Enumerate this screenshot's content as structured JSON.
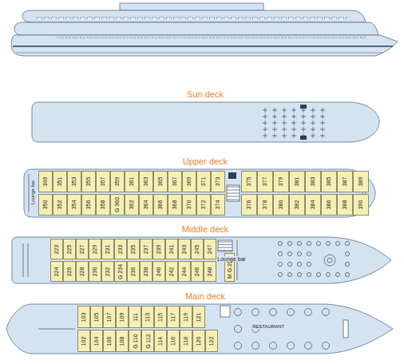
{
  "diagram": {
    "nodes": [
      {
        "text": [
          "Sun deck"
        ]
      },
      {
        "text": [
          "Upper deck"
        ]
      },
      {
        "text": [
          "349"
        ],
        "in": 1
      },
      {
        "text": [
          "351"
        ],
        "in": 1
      },
      {
        "text": [
          "353"
        ],
        "in": 1
      },
      {
        "text": [
          "355"
        ],
        "in": 1
      },
      {
        "text": [
          "357"
        ],
        "in": 1
      },
      {
        "text": [
          "359"
        ],
        "in": 1
      },
      {
        "text": [
          "361"
        ],
        "in": 1
      },
      {
        "text": [
          "363"
        ],
        "in": 1
      },
      {
        "text": [
          "365"
        ],
        "in": 1
      },
      {
        "text": [
          "367"
        ],
        "in": 1
      },
      {
        "text": [
          "369"
        ],
        "in": 1
      },
      {
        "text": [
          "371"
        ],
        "in": 1
      },
      {
        "text": [
          "373"
        ],
        "in": 1
      },
      {
        "text": [
          "375"
        ],
        "in": 1
      },
      {
        "text": [
          "377"
        ],
        "in": 1
      },
      {
        "text": [
          "379"
        ],
        "in": 1
      },
      {
        "text": [
          "381"
        ],
        "in": 1
      },
      {
        "text": [
          "383"
        ],
        "in": 1
      },
      {
        "text": [
          "385"
        ],
        "in": 1
      },
      {
        "text": [
          "387"
        ],
        "in": 1
      },
      {
        "text": [
          "389"
        ],
        "in": 1
      },
      {
        "text": [
          "350"
        ],
        "in": 1
      },
      {
        "text": [
          "352"
        ],
        "in": 1
      },
      {
        "text": [
          "354"
        ],
        "in": 1
      },
      {
        "text": [
          "356"
        ],
        "in": 1
      },
      {
        "text": [
          "358"
        ],
        "in": 1
      },
      {
        "text": [
          "G 360"
        ],
        "in": 1
      },
      {
        "text": [
          "362"
        ],
        "in": 1
      },
      {
        "text": [
          "364"
        ],
        "in": 1
      },
      {
        "text": [
          "366"
        ],
        "in": 1
      },
      {
        "text": [
          "368"
        ],
        "in": 1
      },
      {
        "text": [
          "370"
        ],
        "in": 1
      },
      {
        "text": [
          "372"
        ],
        "in": 1
      },
      {
        "text": [
          "374"
        ],
        "in": 1
      },
      {
        "text": [
          "376"
        ],
        "in": 1
      },
      {
        "text": [
          "378"
        ],
        "in": 1
      },
      {
        "text": [
          "380"
        ],
        "in": 1
      },
      {
        "text": [
          "382"
        ],
        "in": 1
      },
      {
        "text": [
          "384"
        ],
        "in": 1
      },
      {
        "text": [
          "386"
        ],
        "in": 1
      },
      {
        "text": [
          "388"
        ],
        "in": 1
      },
      {
        "text": [
          "390"
        ],
        "in": 1
      },
      {
        "text": [
          "Middle deck"
        ]
      },
      {
        "text": [
          "223"
        ],
        "in": 44
      },
      {
        "text": [
          "225"
        ],
        "in": 44
      },
      {
        "text": [
          "227"
        ],
        "in": 44
      },
      {
        "text": [
          "229"
        ],
        "in": 44
      },
      {
        "text": [
          "231"
        ],
        "in": 44
      },
      {
        "text": [
          "233"
        ],
        "in": 44
      },
      {
        "text": [
          "235"
        ],
        "in": 44
      },
      {
        "text": [
          "237"
        ],
        "in": 44
      },
      {
        "text": [
          "239"
        ],
        "in": 44
      },
      {
        "text": [
          "241"
        ],
        "in": 44
      },
      {
        "text": [
          "243"
        ],
        "in": 44
      },
      {
        "text": [
          "245"
        ],
        "in": 44
      },
      {
        "text": [
          "247"
        ],
        "in": 44
      },
      {
        "text": [
          "224"
        ],
        "in": 44
      },
      {
        "text": [
          "226"
        ],
        "in": 44
      },
      {
        "text": [
          "228"
        ],
        "in": 44
      },
      {
        "text": [
          "230"
        ],
        "in": 44
      },
      {
        "text": [
          "232"
        ],
        "in": 44
      },
      {
        "text": [
          "G 234"
        ],
        "in": 44
      },
      {
        "text": [
          "236"
        ],
        "in": 44
      },
      {
        "text": [
          "238"
        ],
        "in": 44
      },
      {
        "text": [
          "240"
        ],
        "in": 44
      },
      {
        "text": [
          "242"
        ],
        "in": 44
      },
      {
        "text": [
          "244"
        ],
        "in": 44
      },
      {
        "text": [
          "246"
        ],
        "in": 44
      },
      {
        "text": [
          "248"
        ],
        "in": 44
      },
      {
        "text": [
          "M G 250"
        ],
        "in": 44
      },
      {
        "text": [
          "Main deck"
        ]
      },
      {
        "text": [
          "103"
        ],
        "in": 72
      },
      {
        "text": [
          "105"
        ],
        "in": 72
      },
      {
        "text": [
          "107"
        ],
        "in": 72
      },
      {
        "text": [
          "109"
        ],
        "in": 72
      },
      {
        "text": [
          "111"
        ],
        "in": 72
      },
      {
        "text": [
          "113"
        ],
        "in": 72
      },
      {
        "text": [
          "115"
        ],
        "in": 72
      },
      {
        "text": [
          "117"
        ],
        "in": 72
      },
      {
        "text": [
          "119"
        ],
        "in": 72
      },
      {
        "text": [
          "121"
        ],
        "in": 72
      },
      {
        "text": [
          "102"
        ],
        "in": 72
      },
      {
        "text": [
          "104"
        ],
        "in": 72
      },
      {
        "text": [
          "106"
        ],
        "in": 72
      },
      {
        "text": [
          "108"
        ],
        "in": 72
      },
      {
        "text": [
          "G 110"
        ],
        "in": 72
      },
      {
        "text": [
          "G 112"
        ],
        "in": 72
      },
      {
        "text": [
          "114"
        ],
        "in": 72
      },
      {
        "text": [
          "116"
        ],
        "in": 72
      },
      {
        "text": [
          "118"
        ],
        "in": 72
      },
      {
        "text": [
          "120"
        ],
        "in": 72
      },
      {
        "text": [
          "122"
        ],
        "in": 72
      }
    ],
    "labels": [
      "Lounge bar",
      "Lounge bar",
      "RESTAURANT"
    ]
  }
}
